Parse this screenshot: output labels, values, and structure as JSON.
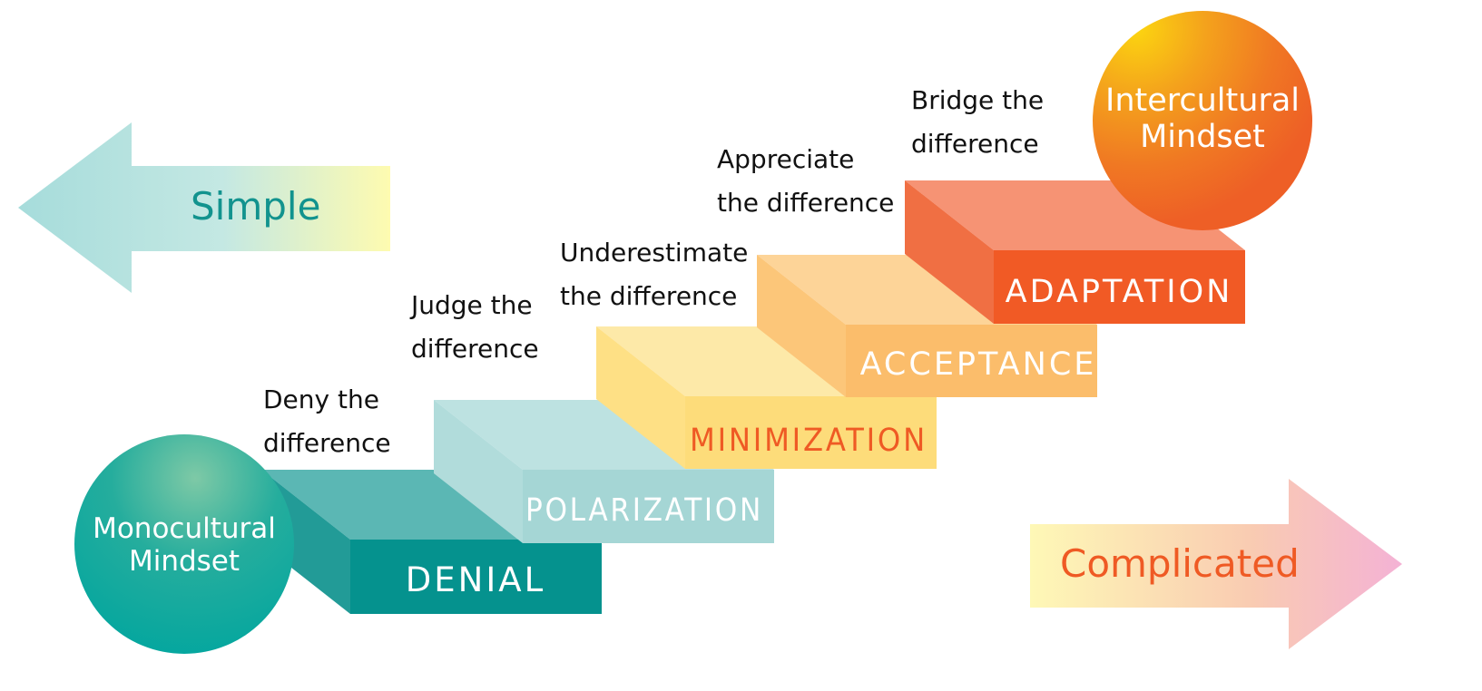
{
  "colors": {
    "teal": "#05928e",
    "light_teal": "#a5d6d5",
    "yellow": "#fddc7a",
    "light_orange": "#fbbd6b",
    "orange": "#f15a25",
    "complicated_text": "#ef5a24",
    "simple_text": "#12938e"
  },
  "arrows": {
    "simple": {
      "label": "Simple",
      "direction": "left"
    },
    "complicated": {
      "label": "Complicated",
      "direction": "right"
    }
  },
  "mindsets": {
    "monocultural": {
      "line1": "Monocultural",
      "line2": "Mindset"
    },
    "intercultural": {
      "line1": "Intercultural",
      "line2": "Mindset"
    }
  },
  "stages": [
    {
      "name": "DENIAL",
      "caption_line1": "Deny the",
      "caption_line2": "difference"
    },
    {
      "name": "POLARIZATION",
      "caption_line1": "Judge the",
      "caption_line2": "difference"
    },
    {
      "name": "MINIMIZATION",
      "caption_line1": "Underestimate",
      "caption_line2": "the difference"
    },
    {
      "name": "ACCEPTANCE",
      "caption_line1": "Appreciate",
      "caption_line2": "the difference"
    },
    {
      "name": "ADAPTATION",
      "caption_line1": "Bridge the",
      "caption_line2": "difference"
    }
  ]
}
